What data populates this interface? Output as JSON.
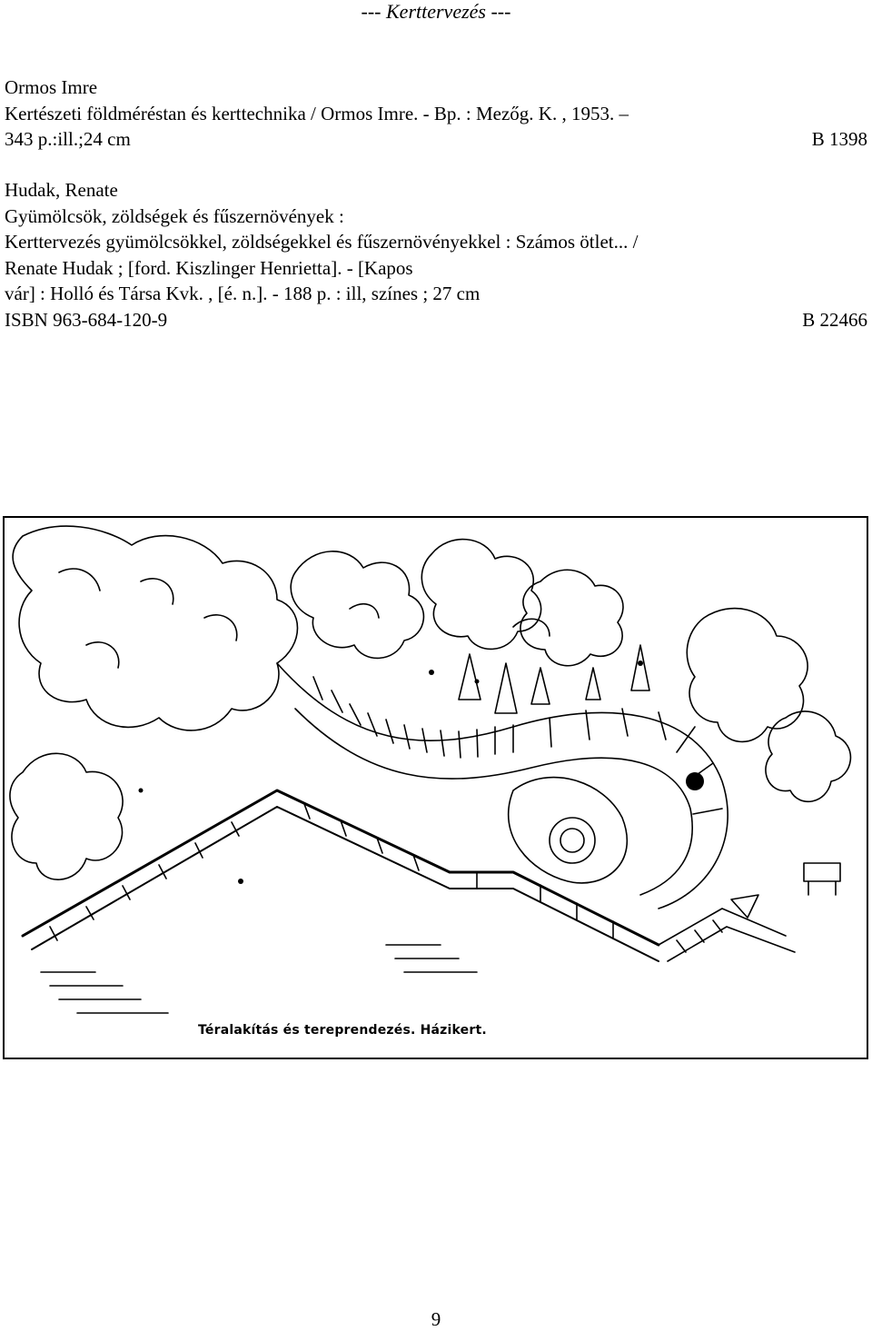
{
  "header": "--- Kerttervezés ---",
  "entries": [
    {
      "author": "Ormos Imre",
      "title_line": "Kertészeti földméréstan és kerttechnika / Ormos Imre. - Bp. : Mezőg. K. , 1953. –",
      "extent": "343 p.:ill.;24 cm",
      "call_number": "B 1398"
    },
    {
      "author": "Hudak, Renate",
      "lines": [
        "Gyümölcsök, zöldségek és fűszernövények :",
        "Kerttervezés gyümölcsökkel, zöldségekkel és fűszernövényekkel : Számos ötlet... /",
        "Renate Hudak ; [ford. Kiszlinger Henrietta]. - [Kapos",
        "vár] : Holló és Társa Kvk. , [é. n.]. - 188 p. : ill, színes ; 27 cm"
      ],
      "isbn": "ISBN 963-684-120-9",
      "call_number": "B 22466"
    }
  ],
  "figure": {
    "caption": "Téralakítás és tereprendezés. Házikert."
  },
  "page_number": "9"
}
